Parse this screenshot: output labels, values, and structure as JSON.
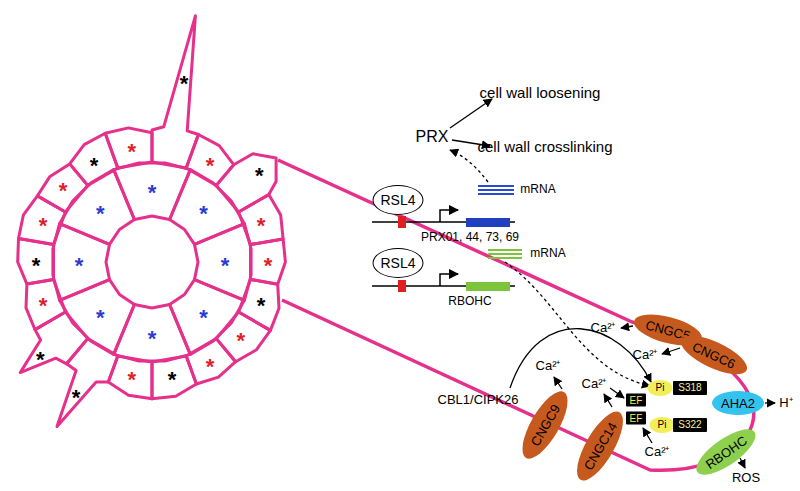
{
  "diagram": {
    "nodes": [
      {
        "text": [
          "RSL4"
        ]
      },
      {
        "text": [
          "RSL4"
        ]
      },
      {
        "text": [
          "CNGC5"
        ]
      },
      {
        "text": [
          "CNGC6"
        ]
      },
      {
        "text": [
          "Pi"
        ]
      },
      {
        "text": [
          "S318"
        ]
      },
      {
        "text": [
          "AHA2"
        ]
      },
      {
        "text": [
          "EF"
        ]
      },
      {
        "text": [
          "EF"
        ]
      },
      {
        "text": [
          "Pi"
        ]
      },
      {
        "text": [
          "S322"
        ]
      },
      {
        "text": [
          "RBOHC"
        ]
      },
      {
        "text": [
          "CNGC14"
        ]
      },
      {
        "text": [
          "CNGC9"
        ]
      }
    ],
    "labels": [
      "*",
      "*",
      "*",
      "*",
      "*",
      "*",
      "*",
      "*",
      "*",
      "*",
      "*",
      "*",
      "*",
      "*",
      "*",
      "*",
      "*",
      "*",
      "*",
      "*",
      "*",
      "*",
      "*",
      "*",
      "*",
      "*",
      "PRX",
      "cell wall loosening",
      "cell wall crosslinking",
      "PRX01, 44, 73, 69",
      "mRNA",
      "RBOHC",
      "mRNA",
      "Ca²⁺",
      "Ca²⁺",
      "H⁺",
      "CBL1/CIPK26",
      "Ca²⁺",
      "Ca²⁺",
      "Ca²⁺",
      "ROS"
    ]
  }
}
